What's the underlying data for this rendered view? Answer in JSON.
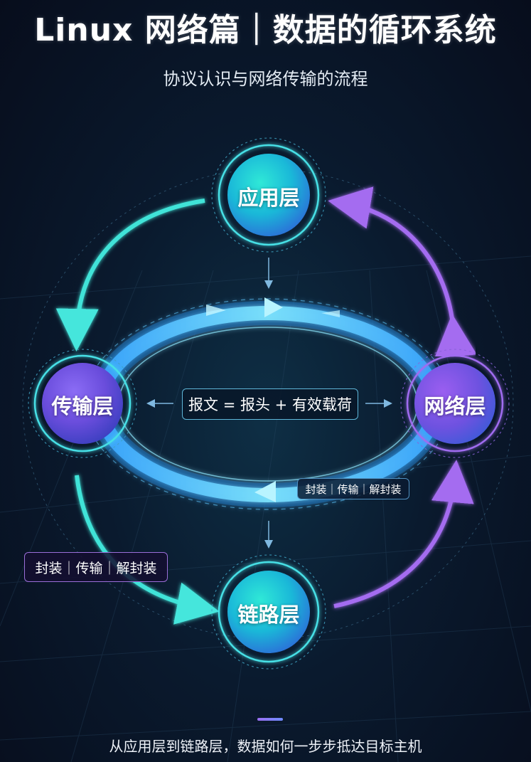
{
  "header": {
    "title": "Linux 网络篇｜数据的循环系统",
    "subtitle": "协议认识与网络传输的流程"
  },
  "nodes": {
    "application": "应用层",
    "transport": "传输层",
    "network": "网络层",
    "link": "链路层"
  },
  "center": {
    "formula": "报文 = 报头 + 有效载荷"
  },
  "tags": {
    "right": "封装｜传输｜解封装",
    "left": "封装｜传输｜解封装"
  },
  "footer": {
    "caption": "从应用层到链路层，数据如何一步步抵达目标主机"
  },
  "colors": {
    "cyan": "#3ee0e6",
    "purple": "#a56af0",
    "ring": "#5fd0ff",
    "background": "#0a1a2e"
  }
}
